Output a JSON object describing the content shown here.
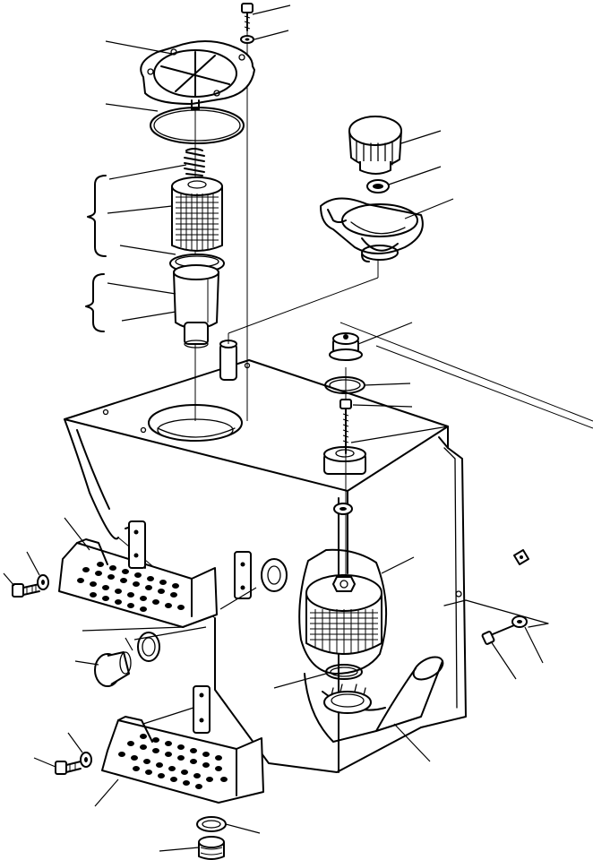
{
  "diagram": {
    "parts": [
      {
        "name": "capscrew-top"
      },
      {
        "name": "washer-top"
      },
      {
        "name": "filter-cover"
      },
      {
        "name": "gasket-cover"
      },
      {
        "name": "spring"
      },
      {
        "name": "filter-element-upper"
      },
      {
        "name": "seal-ring-filter"
      },
      {
        "name": "filter-element-lower"
      },
      {
        "name": "breather-cap"
      },
      {
        "name": "washer-cap"
      },
      {
        "name": "fill-strainer"
      },
      {
        "name": "sight-plug"
      },
      {
        "name": "o-ring-tank"
      },
      {
        "name": "nut-rod"
      },
      {
        "name": "rod-stud"
      },
      {
        "name": "flange-collar"
      },
      {
        "name": "suction-strainer"
      },
      {
        "name": "o-ring-strainer"
      },
      {
        "name": "hose-elbow"
      },
      {
        "name": "bolt-right"
      },
      {
        "name": "washer-right"
      },
      {
        "name": "nut-right"
      },
      {
        "name": "step-upper"
      },
      {
        "name": "bolt-step-upper"
      },
      {
        "name": "washer-step-upper"
      },
      {
        "name": "bracket-mid"
      },
      {
        "name": "grommet-mid"
      },
      {
        "name": "plug-side"
      },
      {
        "name": "seal-side"
      },
      {
        "name": "step-lower"
      },
      {
        "name": "bolt-step-lower"
      },
      {
        "name": "washer-step-lower"
      },
      {
        "name": "drain-plug"
      },
      {
        "name": "drain-seal"
      },
      {
        "name": "hydraulic-tank"
      }
    ]
  }
}
